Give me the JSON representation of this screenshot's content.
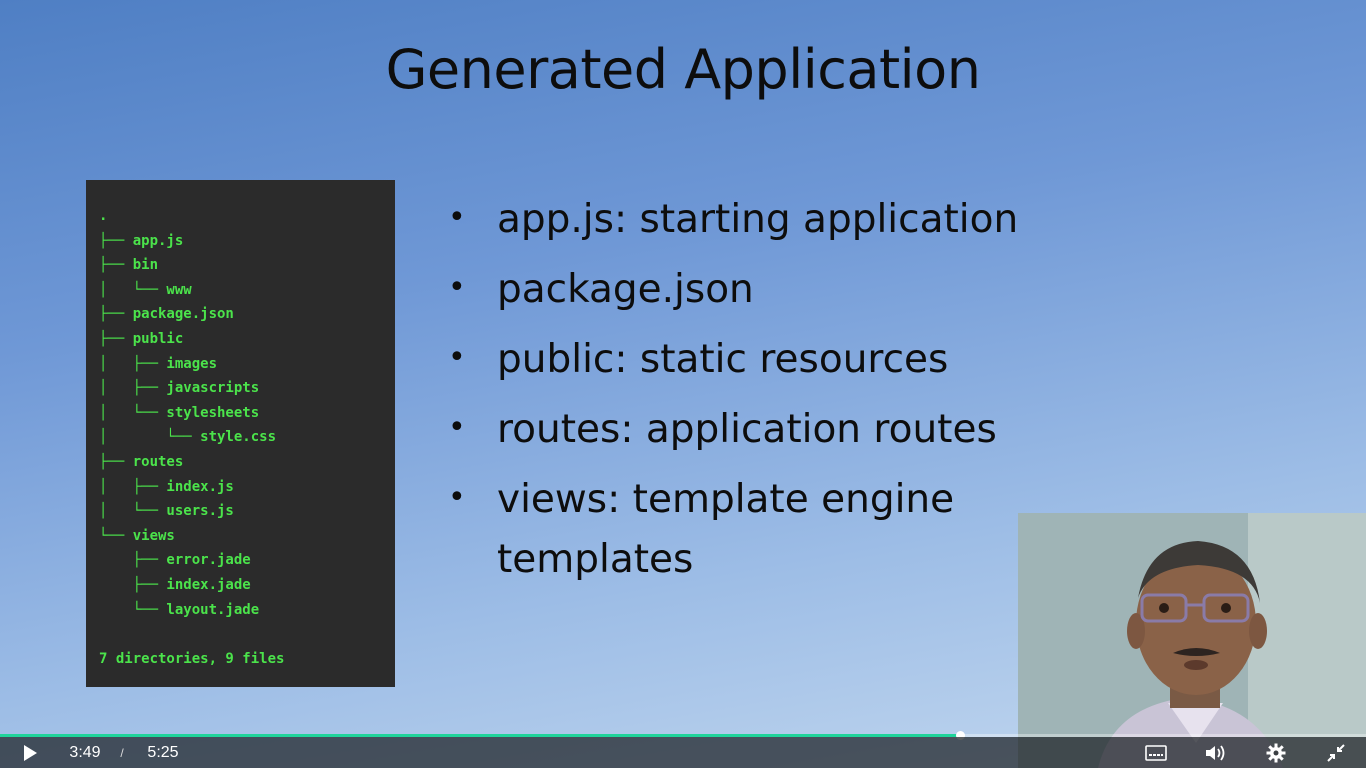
{
  "slide": {
    "title": "Generated Application",
    "terminal_lines": [
      ".",
      "├── app.js",
      "├── bin",
      "│   └── www",
      "├── package.json",
      "├── public",
      "│   ├── images",
      "│   ├── javascripts",
      "│   └── stylesheets",
      "│       └── style.css",
      "├── routes",
      "│   ├── index.js",
      "│   └── users.js",
      "└── views",
      "    ├── error.jade",
      "    ├── index.jade",
      "    └── layout.jade"
    ],
    "terminal_summary": "7 directories, 9 files",
    "bullets": [
      "app.js: starting application",
      "package.json",
      "public: static resources",
      "routes: application routes",
      "views: template engine templates"
    ],
    "bullet_symbol": "•"
  },
  "player": {
    "current_time": "3:49",
    "time_separator": "/",
    "total_time": "5:25",
    "progress_fraction": 0.703,
    "accent_color": "#1fd49b",
    "icons": [
      "play-icon",
      "captions-icon",
      "volume-icon",
      "settings-icon",
      "exit-fullscreen-icon"
    ]
  }
}
